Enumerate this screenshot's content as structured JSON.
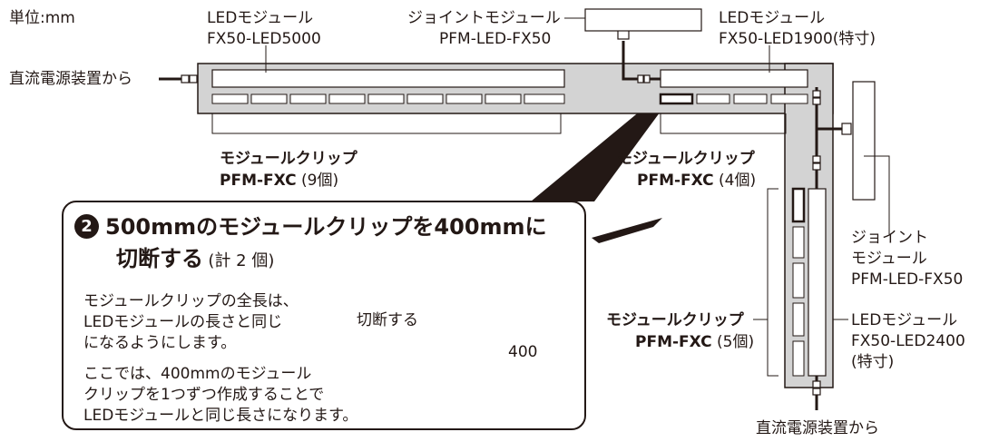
{
  "unit_label": "単位:mm",
  "led_module_a": {
    "name": "LEDモジュール",
    "model": "FX50-LED5000"
  },
  "joint_top": {
    "name": "ジョイントモジュール",
    "model": "PFM-LED-FX50"
  },
  "led_module_b": {
    "name": "LEDモジュール",
    "model": "FX50-LED1900(特寸)"
  },
  "power_left": "直流電源装置から",
  "power_bottom": "直流電源装置から",
  "clip_a": {
    "name": "モジュールクリップ",
    "model": "PFM-FXC",
    "count": "(9個)"
  },
  "clip_b": {
    "name": "モジュールクリップ",
    "model": "PFM-FXC",
    "count": "(4個)"
  },
  "clip_c": {
    "name": "モジュールクリップ",
    "model": "PFM-FXC",
    "count": "(5個)"
  },
  "joint_right": {
    "line1": "ジョイント",
    "line2": "モジュール",
    "model": "PFM-LED-FX50"
  },
  "led_module_c": {
    "name": "LEDモジュール",
    "model": "FX50-LED2400",
    "note": "(特寸)"
  },
  "step": {
    "number": "2",
    "title_line1": "500mmのモジュールクリップを400mmに",
    "title_line2": "切断する",
    "title_count": "(計 2 個)",
    "para1": [
      "モジュールクリップの全長は、",
      "LEDモジュールの長さと同じ",
      "になるようにします。"
    ],
    "para2": [
      "ここでは、400mmのモジュール",
      "クリップを1つずつ作成することで",
      "LEDモジュールと同じ長さになります。"
    ],
    "cut_label": "切断する",
    "length_label": "400"
  },
  "colors": {
    "rail": "#d3d3d3",
    "ink": "#231815"
  }
}
